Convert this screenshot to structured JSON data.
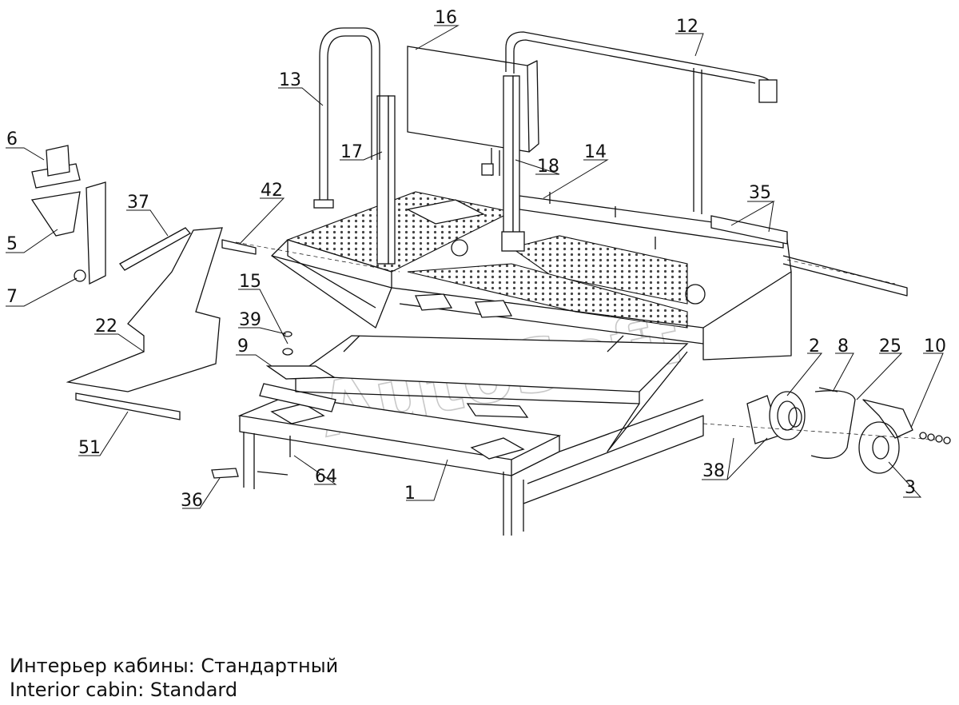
{
  "watermark": "AutoSoft",
  "callouts": [
    {
      "id": "c1",
      "text": "1"
    },
    {
      "id": "c2",
      "text": "2"
    },
    {
      "id": "c3",
      "text": "3"
    },
    {
      "id": "c5",
      "text": "5"
    },
    {
      "id": "c6",
      "text": "6"
    },
    {
      "id": "c7",
      "text": "7"
    },
    {
      "id": "c8",
      "text": "8"
    },
    {
      "id": "c9",
      "text": "9"
    },
    {
      "id": "c10",
      "text": "10"
    },
    {
      "id": "c12",
      "text": "12"
    },
    {
      "id": "c13",
      "text": "13"
    },
    {
      "id": "c14",
      "text": "14"
    },
    {
      "id": "c15",
      "text": "15"
    },
    {
      "id": "c16",
      "text": "16"
    },
    {
      "id": "c17",
      "text": "17"
    },
    {
      "id": "c18",
      "text": "18"
    },
    {
      "id": "c22",
      "text": "22"
    },
    {
      "id": "c25",
      "text": "25"
    },
    {
      "id": "c35",
      "text": "35"
    },
    {
      "id": "c36",
      "text": "36"
    },
    {
      "id": "c37",
      "text": "37"
    },
    {
      "id": "c38",
      "text": "38"
    },
    {
      "id": "c39",
      "text": "39"
    },
    {
      "id": "c42",
      "text": "42"
    },
    {
      "id": "c51",
      "text": "51"
    },
    {
      "id": "c64",
      "text": "64"
    }
  ],
  "caption": {
    "ru": "Интерьер кабины: Стандартный",
    "en": "Interior cabin: Standard"
  }
}
